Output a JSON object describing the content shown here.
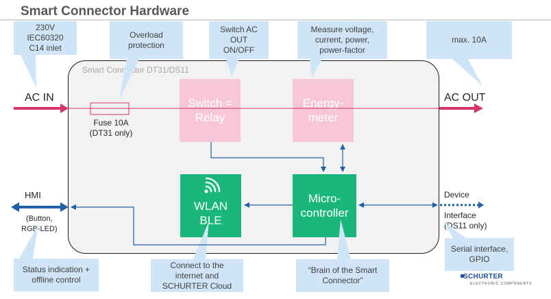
{
  "title": "Smart Connector Hardware",
  "device_label": "Smart Connector DT31/DS11",
  "blocks": {
    "switch": "Switch =\nRelay",
    "energy": "Energy-\nmeter",
    "wlan": "WLAN\nBLE",
    "micro": "Micro-\ncontroller"
  },
  "fuse": {
    "label": "Fuse 10A\n(DT31 only)"
  },
  "ports": {
    "ac_in": "AC IN",
    "ac_out": "AC OUT",
    "hmi": "HMI",
    "hmi_sub": "(Button,\nRGB-LED)",
    "device_interface_top": "Device",
    "device_interface_bottom": "Interface\n(DS11 only)"
  },
  "callouts": {
    "ac_in": "230V IEC60320\nC14 inlet",
    "overload": "Overload\nprotection",
    "switch": "Switch AC\nOUT\nON/OFF",
    "measure": "Measure voltage,\ncurrent, power,\npower-factor",
    "max": "max. 10A",
    "status": "Status indication +\noffline control",
    "connect": "Connect to the\ninternet and\nSCHURTER Cloud",
    "brain": "“Brain of the Smart\nConnector”",
    "serial": "Serial interface,\nGPIO"
  },
  "logo": {
    "name": "SCHURTER",
    "tagline": "ELECTRONIC COMPONENTS"
  },
  "colors": {
    "ac_line": "#d6336c",
    "signal": "#1f5fa8",
    "relay_block": "#f7c6d9",
    "micro_block": "#19b77c",
    "callout": "#cfe4f6"
  },
  "icons": [
    "wifi-icon",
    "logo-square-icon"
  ]
}
